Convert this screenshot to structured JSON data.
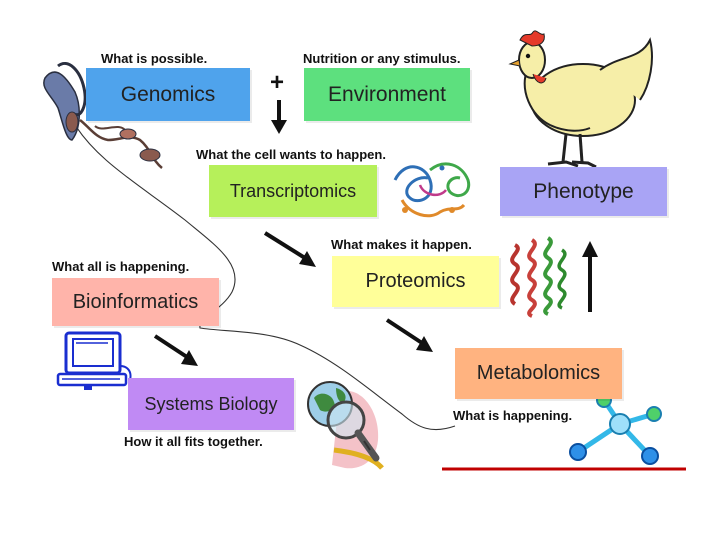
{
  "boxes": {
    "genomics": {
      "label": "Genomics",
      "color": "#4FA3EC"
    },
    "environment": {
      "label": "Environment",
      "color": "#5DE07E"
    },
    "transcriptomics": {
      "label": "Transcriptomics",
      "color": "#B6F05A"
    },
    "phenotype": {
      "label": "Phenotype",
      "color": "#A9A4F5"
    },
    "proteomics": {
      "label": "Proteomics",
      "color": "#FFFF99"
    },
    "bioinformatics": {
      "label": "Bioinformatics",
      "color": "#FFB4AA"
    },
    "metabolomics": {
      "label": "Metabolomics",
      "color": "#FFB380"
    },
    "systems_biology": {
      "label": "Systems Biology",
      "color": "#C08AF4"
    }
  },
  "captions": {
    "genomics": "What is possible.",
    "environment": "Nutrition or any stimulus.",
    "transcriptomics": "What the cell wants to happen.",
    "proteomics": "What makes it happen.",
    "bioinformatics": "What all is happening.",
    "metabolomics": "What is happening.",
    "systems_biology": "How it all fits together."
  },
  "symbols": {
    "plus": "+"
  },
  "colors": {
    "arrow": "#111111",
    "connector": "#333333",
    "baseline": "#C00000"
  },
  "icons": [
    "chromosome-icon",
    "rooster-icon",
    "protein-ribbon-icon",
    "helical-protein-icon",
    "computer-icon",
    "magnifier-globe-icon",
    "molecule-icon"
  ]
}
